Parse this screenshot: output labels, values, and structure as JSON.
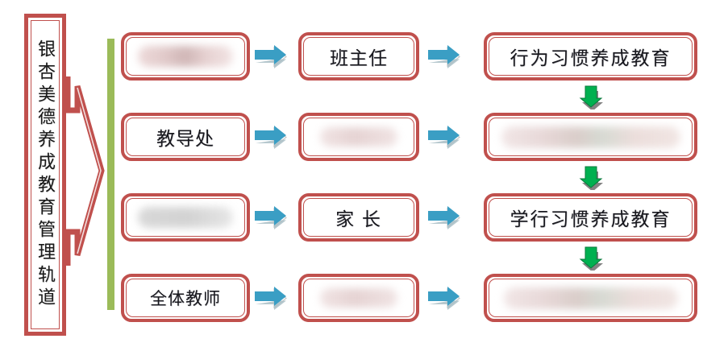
{
  "diagram": {
    "title_vertical": "银杏美德养成教育管理轨道",
    "colors": {
      "box_border": "#c0504d",
      "spine_green": "#9bbb59",
      "arrow_blue": "#3a9ec4",
      "arrow_green": "#00b050",
      "background": "#ffffff",
      "text": "#17171d"
    },
    "rows": [
      {
        "col1": {
          "text": "",
          "redacted": true,
          "redact_style": "pink"
        },
        "col2": {
          "text": "班主任",
          "redacted": false
        },
        "col3": {
          "text": "行为习惯养成教育",
          "redacted": false
        }
      },
      {
        "col1": {
          "text": "教导处",
          "redacted": false
        },
        "col2": {
          "text": "",
          "redacted": true,
          "redact_style": "pinklight"
        },
        "col3": {
          "text": "",
          "redacted": true,
          "redact_style": "mixed"
        }
      },
      {
        "col1": {
          "text": "",
          "redacted": true,
          "redact_style": "gray"
        },
        "col2": {
          "text": "家 长",
          "redacted": false
        },
        "col3": {
          "text": "学行习惯养成教育",
          "redacted": false
        }
      },
      {
        "col1": {
          "text": "全体教师",
          "redacted": false
        },
        "col2": {
          "text": "",
          "redacted": true,
          "redact_style": "pinklight"
        },
        "col3": {
          "text": "",
          "redacted": true,
          "redact_style": "mixed"
        }
      }
    ],
    "connectors": {
      "right_arrow_icon": "right-arrow-icon",
      "down_arrow_icon": "down-arrow-icon",
      "brace_icon": "chevron-brace-icon",
      "right_arrow_count": 8,
      "down_arrow_count": 3
    }
  }
}
